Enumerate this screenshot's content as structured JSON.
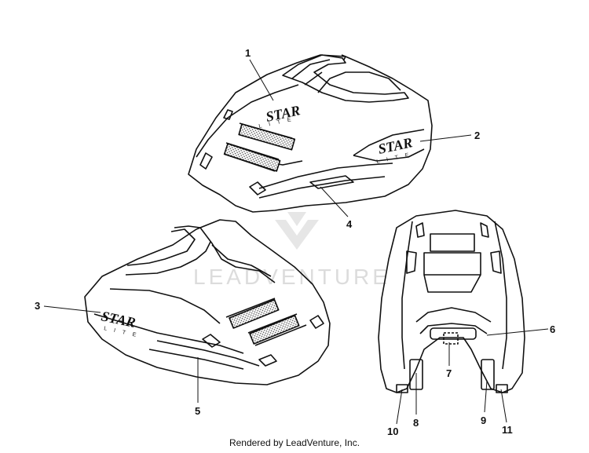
{
  "diagram": {
    "watermark": "LEADVENTURE",
    "decal_logo": "STAR",
    "decal_logo_sub": "LITE",
    "callouts": [
      {
        "id": "c1",
        "label": "1"
      },
      {
        "id": "c2",
        "label": "2"
      },
      {
        "id": "c3",
        "label": "3"
      },
      {
        "id": "c4",
        "label": "4"
      },
      {
        "id": "c5",
        "label": "5"
      },
      {
        "id": "c6",
        "label": "6"
      },
      {
        "id": "c7",
        "label": "7"
      },
      {
        "id": "c8",
        "label": "8"
      },
      {
        "id": "c9",
        "label": "9"
      },
      {
        "id": "c10",
        "label": "10"
      },
      {
        "id": "c11",
        "label": "11"
      }
    ]
  },
  "footer": {
    "credit": "Rendered by LeadVenture, Inc."
  }
}
